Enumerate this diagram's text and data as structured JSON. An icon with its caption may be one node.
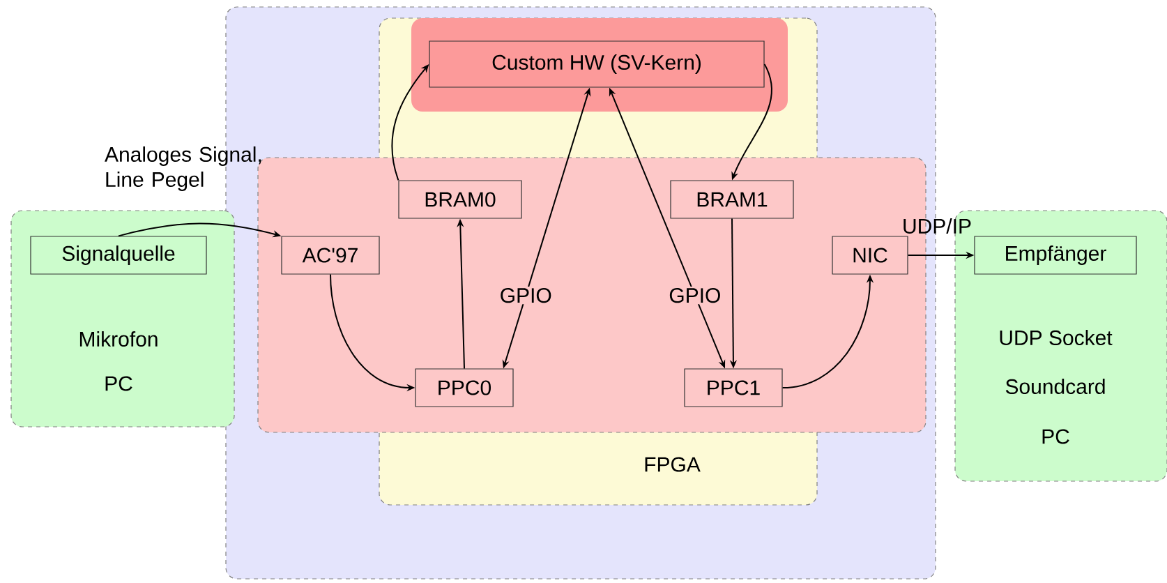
{
  "diagram": {
    "nodes": [
      {
        "text": [],
        "shape": "box"
      },
      {
        "text": [
          "FPGA"
        ],
        "in": 0
      },
      {
        "text": [],
        "shape": "box",
        "in": 1
      },
      {
        "text": [
          "Custom HW (SV-Kern)"
        ],
        "in": 2
      },
      {
        "text": [],
        "shape": "box",
        "in": 0
      },
      {
        "text": [
          "BRAM0"
        ]
      },
      {
        "text": [
          "BRAM1"
        ]
      },
      {
        "text": [
          "AC'97"
        ],
        "in": 4
      },
      {
        "text": [
          "NIC"
        ],
        "in": 4
      },
      {
        "text": [
          "PPC0"
        ]
      },
      {
        "text": [
          "PPC1"
        ]
      },
      {
        "text": [
          "Mikrofon",
          "PC"
        ]
      },
      {
        "text": [
          "Signalquelle"
        ],
        "in": 11
      },
      {
        "text": [
          "UDP Socket",
          "Soundcard",
          "PC"
        ]
      },
      {
        "text": [
          "Empfänger"
        ],
        "in": 13
      }
    ],
    "edges": [
      {
        "from": 12,
        "to": 7,
        "arrow": "to",
        "label": "Analoges Signal, Line Pegel"
      },
      {
        "from": 7,
        "to": 9,
        "arrow": "to"
      },
      {
        "from": 9,
        "to": 5,
        "arrow": "to"
      },
      {
        "from": 5,
        "to": 3,
        "arrow": "to"
      },
      {
        "from": 3,
        "to": 6,
        "arrow": "to"
      },
      {
        "from": 6,
        "to": 10,
        "arrow": "to"
      },
      {
        "from": 10,
        "to": 8,
        "arrow": "to"
      },
      {
        "from": 8,
        "to": 14,
        "arrow": "to",
        "label": "UDP/IP"
      },
      {
        "from": 3,
        "to": 9,
        "arrow": "both",
        "label": "GPIO"
      },
      {
        "from": 3,
        "to": 10,
        "arrow": "both",
        "label": "GPIO"
      }
    ]
  }
}
